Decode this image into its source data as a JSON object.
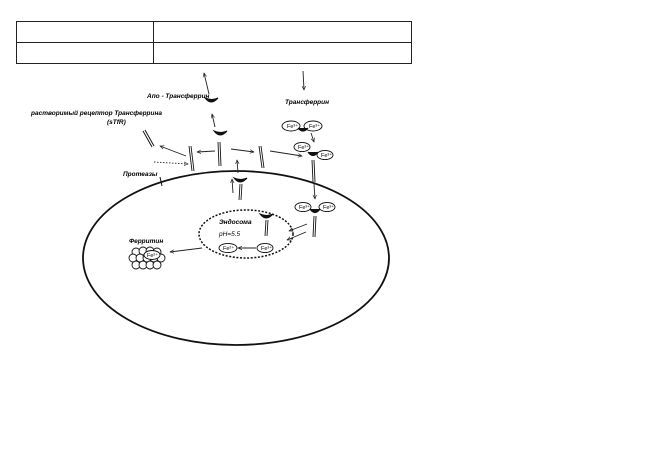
{
  "table": {
    "rows": [
      [
        "",
        ""
      ],
      [
        "",
        ""
      ]
    ]
  },
  "labels": {
    "apo": "Апо - Трансферрин",
    "transferrin": "Трансферрин",
    "soluble_receptor": "растворимый рецептор Трансферрина",
    "stfr": "(sTfR)",
    "proteases": "Протеазы",
    "endosome": "Эндосома",
    "ph": "pH=5.5",
    "ferritin": "Ферритин",
    "fe3": "Fe³⁺",
    "fe2": "Fe²⁺"
  }
}
